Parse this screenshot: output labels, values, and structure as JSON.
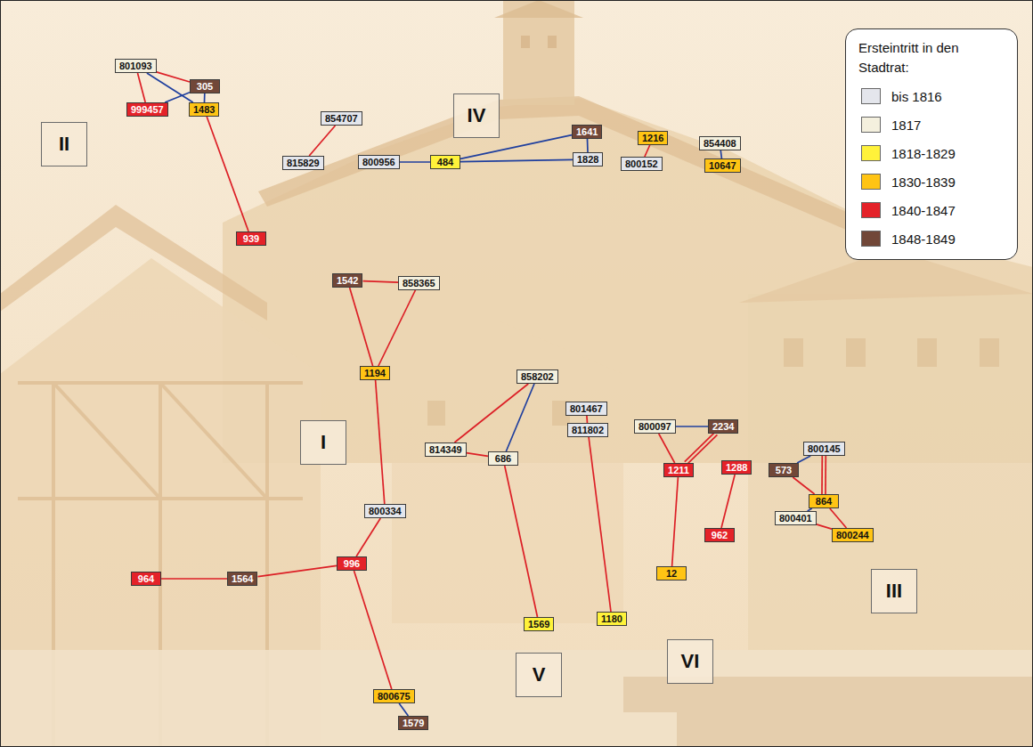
{
  "diagram": {
    "nodes": [
      {
        "text": [
          "801093"
        ]
      },
      {
        "text": [
          "305"
        ]
      },
      {
        "text": [
          "999457"
        ]
      },
      {
        "text": [
          "1483"
        ]
      },
      {
        "text": [
          "II"
        ]
      },
      {
        "text": [
          "IV"
        ]
      },
      {
        "text": [
          "854707"
        ]
      },
      {
        "text": [
          "815829"
        ]
      },
      {
        "text": [
          "800956"
        ]
      },
      {
        "text": [
          "484"
        ]
      },
      {
        "text": [
          "1641"
        ]
      },
      {
        "text": [
          "1828"
        ]
      },
      {
        "text": [
          "1216"
        ]
      },
      {
        "text": [
          "800152"
        ]
      },
      {
        "text": [
          "854408"
        ]
      },
      {
        "text": [
          "10647"
        ]
      },
      {
        "text": [
          "939"
        ]
      },
      {
        "text": [
          "1542"
        ]
      },
      {
        "text": [
          "858365"
        ]
      },
      {
        "text": [
          "1194"
        ]
      },
      {
        "text": [
          "858202"
        ]
      },
      {
        "text": [
          "801467"
        ]
      },
      {
        "text": [
          "800097"
        ]
      },
      {
        "text": [
          "2234"
        ]
      },
      {
        "text": [
          "811802"
        ]
      },
      {
        "text": [
          "I"
        ]
      },
      {
        "text": [
          "800145"
        ]
      },
      {
        "text": [
          "814349"
        ]
      },
      {
        "text": [
          "686"
        ]
      },
      {
        "text": [
          "1288"
        ]
      },
      {
        "text": [
          "1211"
        ]
      },
      {
        "text": [
          "573"
        ]
      },
      {
        "text": [
          "864"
        ]
      },
      {
        "text": [
          "800334"
        ]
      },
      {
        "text": [
          "800401"
        ]
      },
      {
        "text": [
          "800244"
        ]
      },
      {
        "text": [
          "962"
        ]
      },
      {
        "text": [
          "996"
        ]
      },
      {
        "text": [
          "12"
        ]
      },
      {
        "text": [
          "964"
        ]
      },
      {
        "text": [
          "1564"
        ]
      },
      {
        "text": [
          "III"
        ]
      },
      {
        "text": [
          "1180"
        ]
      },
      {
        "text": [
          "1569"
        ]
      },
      {
        "text": [
          "VI"
        ]
      },
      {
        "text": [
          "V"
        ]
      },
      {
        "text": [
          "800675"
        ]
      },
      {
        "text": [
          "1579"
        ]
      }
    ],
    "edges": [
      {
        "from": 0,
        "to": 2,
        "arrow": "none"
      },
      {
        "from": 0,
        "to": 1,
        "arrow": "none"
      },
      {
        "from": 0,
        "to": 3,
        "arrow": "none"
      },
      {
        "from": 2,
        "to": 1,
        "arrow": "none"
      },
      {
        "from": 1,
        "to": 3,
        "arrow": "none"
      },
      {
        "from": 3,
        "to": 16,
        "arrow": "none"
      },
      {
        "from": 6,
        "to": 7,
        "arrow": "none"
      },
      {
        "from": 8,
        "to": 9,
        "arrow": "none"
      },
      {
        "from": 9,
        "to": 10,
        "arrow": "none"
      },
      {
        "from": 9,
        "to": 11,
        "arrow": "none"
      },
      {
        "from": 10,
        "to": 11,
        "arrow": "none"
      },
      {
        "from": 12,
        "to": 13,
        "arrow": "none"
      },
      {
        "from": 14,
        "to": 15,
        "arrow": "none"
      },
      {
        "from": 17,
        "to": 18,
        "arrow": "none"
      },
      {
        "from": 17,
        "to": 19,
        "arrow": "none"
      },
      {
        "from": 18,
        "to": 19,
        "arrow": "none"
      },
      {
        "from": 19,
        "to": 33,
        "arrow": "none"
      },
      {
        "from": 33,
        "to": 37,
        "arrow": "none"
      },
      {
        "from": 39,
        "to": 40,
        "arrow": "none"
      },
      {
        "from": 40,
        "to": 37,
        "arrow": "none"
      },
      {
        "from": 37,
        "to": 46,
        "arrow": "none"
      },
      {
        "from": 46,
        "to": 47,
        "arrow": "none"
      },
      {
        "from": 20,
        "to": 27,
        "arrow": "none"
      },
      {
        "from": 20,
        "to": 28,
        "arrow": "none"
      },
      {
        "from": 27,
        "to": 28,
        "arrow": "none"
      },
      {
        "from": 28,
        "to": 43,
        "arrow": "none"
      },
      {
        "from": 21,
        "to": 24,
        "arrow": "none"
      },
      {
        "from": 24,
        "to": 42,
        "arrow": "none"
      },
      {
        "from": 22,
        "to": 23,
        "arrow": "none"
      },
      {
        "from": 22,
        "to": 30,
        "arrow": "none"
      },
      {
        "from": 23,
        "to": 30,
        "arrow": "none"
      },
      {
        "from": 23,
        "to": 30,
        "arrow": "none"
      },
      {
        "from": 30,
        "to": 38,
        "arrow": "none"
      },
      {
        "from": 29,
        "to": 36,
        "arrow": "none"
      },
      {
        "from": 26,
        "to": 31,
        "arrow": "none"
      },
      {
        "from": 31,
        "to": 32,
        "arrow": "none"
      },
      {
        "from": 26,
        "to": 32,
        "arrow": "none"
      },
      {
        "from": 26,
        "to": 32,
        "arrow": "none"
      },
      {
        "from": 32,
        "to": 34,
        "arrow": "none"
      },
      {
        "from": 32,
        "to": 35,
        "arrow": "none"
      },
      {
        "from": 34,
        "to": 35,
        "arrow": "none"
      }
    ],
    "labels": [
      "Ersteintritt in den Stadtrat:"
    ],
    "legend": [
      {
        "text": "bis 1816",
        "color": "#e4e6ec"
      },
      {
        "text": "1817",
        "color": "#f4f0de"
      },
      {
        "text": "1818-1829",
        "color": "#fff23a"
      },
      {
        "text": "1830-1839",
        "color": "#ffc414"
      },
      {
        "text": "1840-1847",
        "color": "#e42229"
      },
      {
        "text": "1848-1849",
        "color": "#714738"
      }
    ]
  }
}
